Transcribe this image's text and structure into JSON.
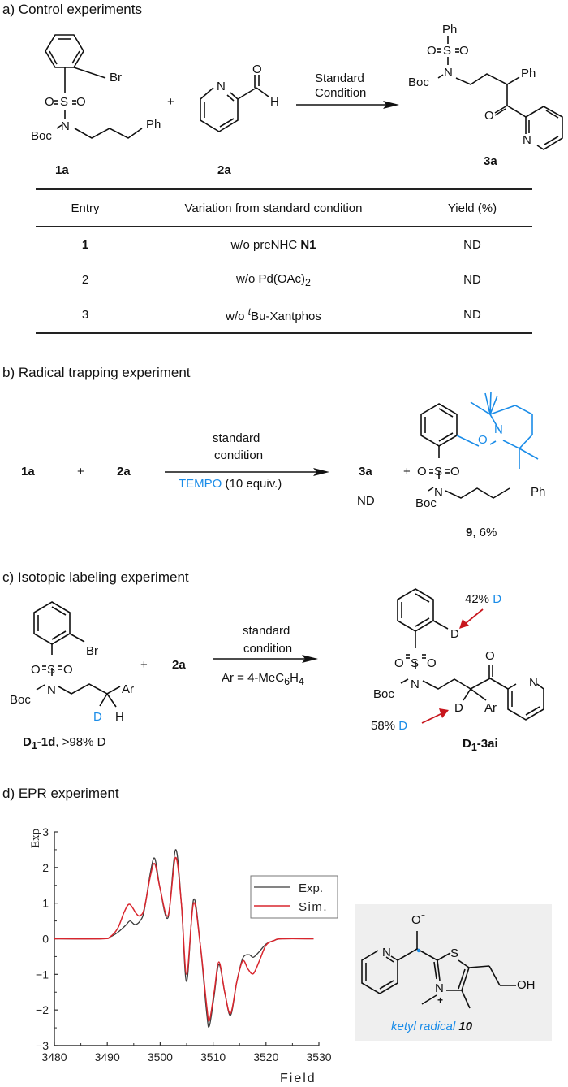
{
  "sections": {
    "a": {
      "title": "a) Control experiments",
      "reactant1_label": "1a",
      "reactant2_label": "2a",
      "product_label": "3a",
      "plus": "+",
      "arrow_top": "Standard",
      "arrow_bottom": "Condition",
      "atoms": {
        "br": "Br",
        "o": "O",
        "s": "S",
        "n": "N",
        "boc": "Boc",
        "ph": "Ph",
        "h": "H"
      },
      "table": {
        "headers": [
          "Entry",
          "Variation from standard condition",
          "Yield (%)"
        ],
        "rows": [
          {
            "entry": "1",
            "variation": "w/o preNHC ",
            "variation_bold": "N1",
            "yield": "ND"
          },
          {
            "entry": "2",
            "variation": "w/o Pd(OAc)",
            "variation_sub": "2",
            "yield": "ND"
          },
          {
            "entry": "3",
            "variation": "w/o ",
            "variation_sup": "t",
            "variation_tail": "Bu-Xantphos",
            "yield": "ND"
          }
        ]
      }
    },
    "b": {
      "title": "b) Radical trapping experiment",
      "reactant1": "1a",
      "reactant2": "2a",
      "plus": "+",
      "arrow_top1": "standard",
      "arrow_top2": "condition",
      "arrow_bottom_blue": "TEMPO",
      "arrow_bottom_rest": " (10 equiv.)",
      "product1": "3a",
      "product1_yield": "ND",
      "product2_label": "9",
      "product2_yield": ", 6%"
    },
    "c": {
      "title": "c) Isotopic labeling experiment",
      "reactant_label_bold": "D",
      "reactant_label_sub": "1",
      "reactant_label_rest": "-1d",
      "reactant_label_extra": ", >98% D",
      "reactant2": "2a",
      "plus": "+",
      "arrow_top1": "standard",
      "arrow_top2": "condition",
      "arrow_bottom": "Ar = 4-MeC",
      "arrow_bottom_sub1": "6",
      "arrow_bottom_h": "H",
      "arrow_bottom_sub2": "4",
      "label_42": "42%",
      "label_58": "58%",
      "d": "D",
      "ar": "Ar",
      "product_label_bold": "D",
      "product_label_sub": "1",
      "product_label_rest": "-3ai"
    },
    "d": {
      "title": "d) EPR experiment",
      "radical_label_blue": "ketyl radical ",
      "radical_label_num": "10",
      "atoms": {
        "o": "O",
        "minus": "-",
        "n": "N",
        "s": "S",
        "oh": "OH",
        "plus": "+"
      }
    }
  },
  "colors": {
    "exp": "#3a3a3a",
    "sim": "#d9262e",
    "accent_blue": "#1a8ce8",
    "arrow_red": "#c8161d"
  },
  "chart_data": {
    "type": "line",
    "title": "",
    "xlabel": "Field",
    "ylabel": "Exp",
    "xlim": [
      3480,
      3530
    ],
    "ylim": [
      -3,
      3
    ],
    "xticks": [
      3480,
      3490,
      3500,
      3510,
      3520,
      3530
    ],
    "yticks": [
      -3,
      -2,
      -1,
      0,
      1,
      2,
      3
    ],
    "legend": {
      "position": "top-right",
      "entries": [
        "Exp.",
        "Sim."
      ]
    },
    "grid": false,
    "series": [
      {
        "name": "Exp.",
        "x": [
          3480,
          3489,
          3490.5,
          3492,
          3493.5,
          3494.3,
          3495.2,
          3496.2,
          3497,
          3498.2,
          3499,
          3500,
          3501.5,
          3502.9,
          3504,
          3505,
          3506.3,
          3507.6,
          3508.8,
          3509.3,
          3510.2,
          3511.1,
          3512.2,
          3513.3,
          3514.5,
          3515.6,
          3516.8,
          3517.6,
          3518.8,
          3520,
          3521.5,
          3523,
          3529
        ],
        "y": [
          0,
          0,
          0.05,
          0.18,
          0.38,
          0.5,
          0.4,
          0.5,
          0.8,
          1.9,
          2.25,
          1.4,
          0.6,
          2.5,
          1.0,
          -1.2,
          1.1,
          -0.2,
          -2.1,
          -2.45,
          -1.6,
          -0.72,
          -1.5,
          -2.15,
          -1.2,
          -0.55,
          -0.45,
          -0.52,
          -0.35,
          -0.15,
          -0.05,
          0,
          0
        ]
      },
      {
        "name": "Sim.",
        "x": [
          3480,
          3489,
          3490.5,
          3492,
          3493.2,
          3494.2,
          3495.5,
          3496.2,
          3497,
          3498.2,
          3499,
          3500,
          3501.5,
          3502.9,
          3504,
          3505,
          3506.3,
          3507.6,
          3508.8,
          3509.3,
          3510.2,
          3511.1,
          3512.2,
          3513.3,
          3514.5,
          3515.6,
          3516.6,
          3517.6,
          3518.8,
          3520,
          3521.5,
          3523,
          3529
        ],
        "y": [
          0,
          0,
          0.05,
          0.3,
          0.75,
          0.97,
          0.7,
          0.65,
          0.85,
          1.8,
          2.1,
          1.4,
          0.65,
          2.28,
          1.0,
          -1.0,
          1.0,
          -0.2,
          -1.9,
          -2.3,
          -1.5,
          -0.65,
          -1.5,
          -2.1,
          -1.2,
          -0.62,
          -0.85,
          -0.98,
          -0.6,
          -0.18,
          -0.05,
          0,
          0
        ]
      }
    ]
  }
}
